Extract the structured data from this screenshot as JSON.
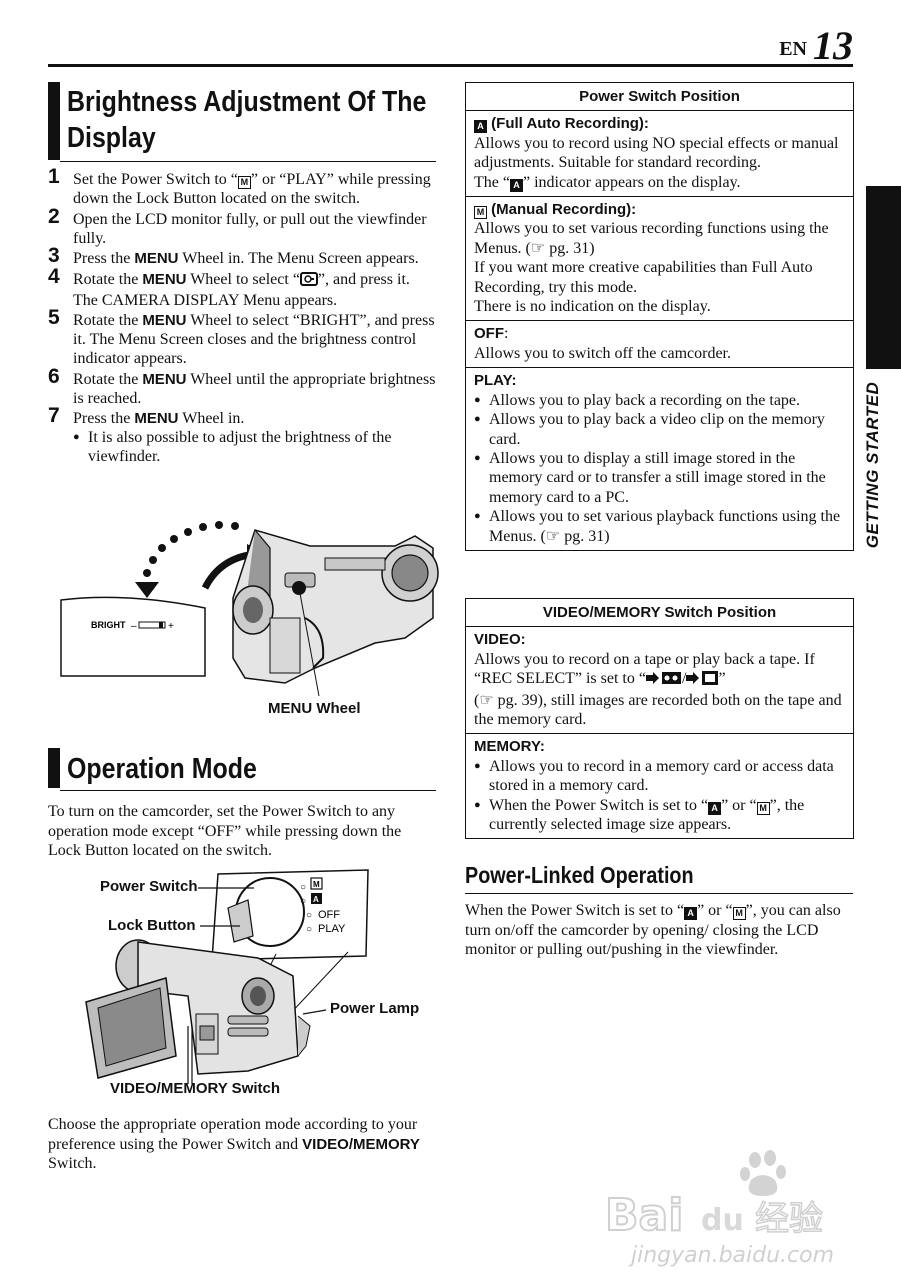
{
  "header": {
    "lang": "EN",
    "page_number": "13"
  },
  "side_tab": {
    "label": "GETTING STARTED"
  },
  "brightness": {
    "title_line1": "Brightness Adjustment Of The",
    "title_line2": "Display",
    "steps": [
      {
        "n": "1",
        "a": "Set the Power Switch to “",
        "b": "” or “PLAY” while pressing down the Lock Button located on the switch."
      },
      {
        "n": "2",
        "text": "Open the LCD monitor fully, or pull out the viewfinder fully."
      },
      {
        "n": "3",
        "pre": "Press the ",
        "menu": "MENU",
        "post": " Wheel in. The Menu Screen appears."
      },
      {
        "n": "4",
        "pre": "Rotate the ",
        "menu": "MENU",
        "mid": " Wheel to select “",
        "post": "”, and press it. The CAMERA DISPLAY Menu appears."
      },
      {
        "n": "5",
        "pre": "Rotate the ",
        "menu": "MENU",
        "post": " Wheel to select “BRIGHT”, and press it. The Menu Screen closes and the brightness control indicator appears."
      },
      {
        "n": "6",
        "pre": "Rotate the ",
        "menu": "MENU",
        "post": " Wheel until the appropriate brightness is reached."
      },
      {
        "n": "7",
        "pre": "Press the ",
        "menu": "MENU",
        "post": " Wheel in.",
        "sub": "It is also possible to adjust the brightness of the viewfinder."
      }
    ],
    "figure": {
      "bright_label": "BRIGHT",
      "minus": "–",
      "plus": "+",
      "menu_wheel_label": "MENU Wheel"
    }
  },
  "operation_mode": {
    "title": "Operation Mode",
    "intro": "To turn on the camcorder, set the Power Switch to any operation mode except “OFF” while pressing down the Lock Button located on the switch.",
    "figure": {
      "power_switch": "Power Switch",
      "lock_button": "Lock Button",
      "power_lamp": "Power Lamp",
      "video_memory_switch": "VIDEO/MEMORY Switch",
      "dial_off": "OFF",
      "dial_play": "PLAY",
      "dial_m": "M",
      "dial_a": "A"
    },
    "outro_pre": "Choose the appropriate operation mode according to your preference using the Power Switch and ",
    "outro_bold": "VIDEO/MEMORY",
    "outro_post": " Switch."
  },
  "icons": {
    "A": "A",
    "M": "M"
  },
  "power_table": {
    "header": "Power Switch Position",
    "full_auto_title": "(Full Auto Recording):",
    "full_auto_text": "Allows you to record using NO special effects or manual adjustments. Suitable for standard recording.",
    "full_auto_ind_pre": "The “",
    "full_auto_ind_post": "” indicator appears on the display.",
    "manual_title": "(Manual Recording):",
    "manual_text1": "Allows you to set various recording functions using the Menus. (☞ pg. 31)",
    "manual_text2": "If you want more creative capabilities than Full Auto Recording, try this mode.",
    "manual_text3": "There is no indication on the display.",
    "off_title": "OFF",
    "off_colon": ":",
    "off_text": "Allows you to switch off the camcorder.",
    "play_title": "PLAY:",
    "play_items": [
      "Allows you to play back a recording on the tape.",
      "Allows you to play back a video clip on the memory card.",
      "Allows you to display a still image stored in the memory card or to transfer a still image stored in the memory card to a PC.",
      "Allows you to set various playback functions using the Menus. (☞ pg. 31)"
    ]
  },
  "video_table": {
    "header": "VIDEO/MEMORY Switch Position",
    "video_title": "VIDEO:",
    "video_text_pre": "Allows you to record on a tape or play back a tape. If “REC SELECT” is set to “",
    "video_text_sep": "/",
    "video_text_mid": "”",
    "video_text_post": "(☞ pg. 39), still images are recorded both on the tape and the memory card.",
    "memory_title": "MEMORY:",
    "memory_item1": "Allows you to record in a memory card or access data stored in a memory card.",
    "memory_item2_pre": "When the Power Switch is set to “",
    "memory_item2_or": "” or “",
    "memory_item2_post": "”, the currently selected image size appears."
  },
  "power_linked": {
    "title": "Power-Linked Operation",
    "text_pre": "When the Power Switch is set to “",
    "text_or": "” or “",
    "text_post": "”, you can also turn on/off the camcorder by opening/ closing the LCD monitor or pulling out/pushing in the viewfinder."
  },
  "watermark": {
    "brand": "Bai",
    "brand2": "du",
    "cn": "经验",
    "url": "jingyan.baidu.com"
  }
}
